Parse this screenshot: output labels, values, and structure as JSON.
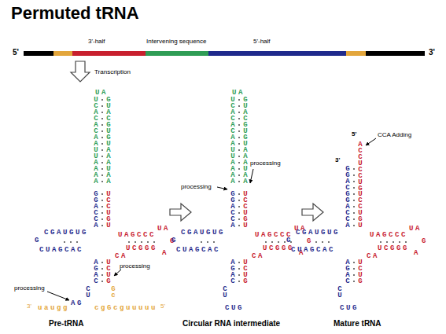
{
  "diagram": {
    "title": "Permuted tRNA",
    "labels": [
      "5'",
      "3'-half",
      "Intervening sequence",
      "5'-half",
      "3'",
      "Transcription",
      "GGACCA",
      "UCCUGU",
      "CGAUGUG",
      "G",
      "CUAGCAC",
      "UAGCCC",
      "UA",
      "G",
      "UCGGG",
      "A",
      "CA",
      "AGAC",
      "UCUG",
      "CU",
      "UA",
      "UCACACAAUUAAAA",
      "GUACGUGUAAAUAA",
      "AG",
      "3'",
      "uaugg",
      "Gc",
      "cgGcguuuuu",
      "5'",
      "processing",
      "processing",
      "Pre-tRNA",
      "GGACCA",
      "UCCUGU",
      "CGAUGUG",
      "G",
      "CUAGCAC",
      "UAGCCC",
      "UA",
      "G",
      "UCGGG",
      "A",
      "CA",
      "AGAC",
      "UCUG",
      "CU",
      "UA",
      "UCACACAAUUAAAA",
      "GUACGUGUAAAUAA",
      "CUG",
      "processing",
      "processing",
      "Circular RNA intermediate",
      "GGACCA",
      "UCCUGU",
      "CGAUGUG",
      "G",
      "CUAGCAC",
      "UAGCCC",
      "UA",
      "G",
      "UCGGG",
      "A",
      "CA",
      "AGAC",
      "UCUG",
      "CU",
      "GGAC",
      "3'",
      "ACC",
      "UCCUG",
      "5'",
      "CCA Adding",
      "CUG",
      "Mature tRNA"
    ]
  }
}
